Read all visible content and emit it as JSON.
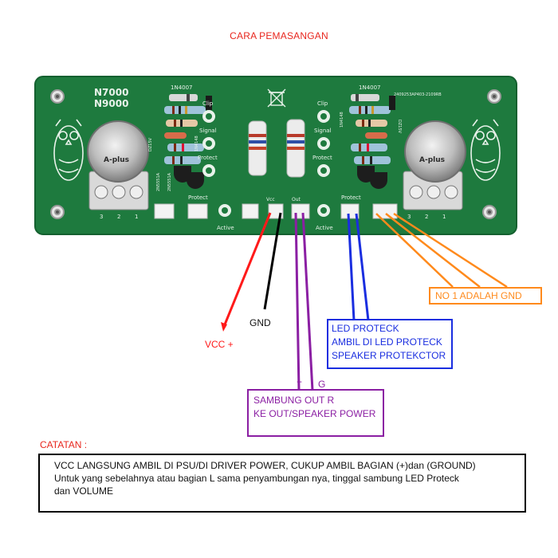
{
  "title": "CARA PEMASANGAN",
  "board": {
    "model_line1": "N7000",
    "model_line2": "N9000",
    "diode_label": "1N4007",
    "serial": "2409253AP403-2109RB",
    "pot_brand": "A-plus",
    "pot_pins": [
      "3",
      "2",
      "1"
    ],
    "silk_clip": "Clip",
    "silk_signal": "Signal",
    "silk_protect": "Protect",
    "silk_active": "Active",
    "silk_protect_conn": "Protect",
    "silk_vcc": "Vcc",
    "silk_out": "Out",
    "silk_dz": "DZ15V",
    "silk_1n4148": "1N4148",
    "silk_q1": "2N5551A",
    "silk_q2": "2N5551A",
    "colors": {
      "pcb": "#1e7a3e",
      "pcb_dark": "#14602f",
      "silk": "#e8f2ea"
    }
  },
  "wires": {
    "vcc_color": "#ff1a1a",
    "gnd_color": "#000000",
    "out_color": "#8b1fa3",
    "led_color": "#1a2ee0",
    "vol_color": "#ff8a1c"
  },
  "labels": {
    "gnd": "GND",
    "vcc": "VCC +",
    "plus": "+",
    "g": "G",
    "no1": "NO 1 ADALAH GND"
  },
  "led_box": {
    "lines": [
      "LED PROTECK",
      "AMBIL DI LED PROTECK",
      "SPEAKER PROTEKCTOR"
    ]
  },
  "out_box": {
    "lines": [
      "SAMBUNG OUT R",
      "KE OUT/SPEAKER POWER"
    ]
  },
  "note": {
    "heading": "CATATAN :",
    "lines": [
      "VCC LANGSUNG AMBIL DI PSU/DI DRIVER POWER, CUKUP AMBIL BAGIAN (+)dan (GROUND)",
      "Untuk yang sebelahnya atau bagian L sama penyambungan nya, tinggal sambung LED Proteck",
      "dan VOLUME"
    ]
  }
}
